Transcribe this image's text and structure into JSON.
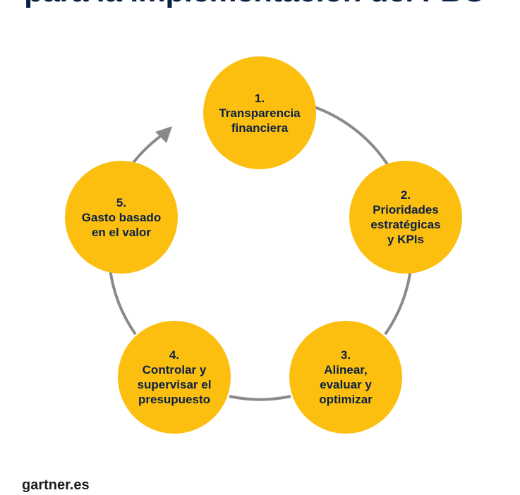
{
  "title": "para la implementación del FBO",
  "steps": [
    {
      "number": "1.",
      "lines": [
        "Transparencia",
        "financiera"
      ]
    },
    {
      "number": "2.",
      "lines": [
        "Prioridades",
        "estratégicas",
        "y KPIs"
      ]
    },
    {
      "number": "3.",
      "lines": [
        "Alinear,",
        "evaluar y",
        "optimizar"
      ]
    },
    {
      "number": "4.",
      "lines": [
        "Controlar y",
        "supervisar el",
        "presupuesto"
      ]
    },
    {
      "number": "5.",
      "lines": [
        "Gasto basado",
        "en el valor"
      ]
    }
  ],
  "footer": "gartner.es",
  "colors": {
    "circle_fill": "#fcbf10",
    "text_dark": "#0a2145",
    "connector": "#8a8a8a"
  },
  "icons": {
    "cycle_arrowhead": "arrowhead-icon"
  }
}
